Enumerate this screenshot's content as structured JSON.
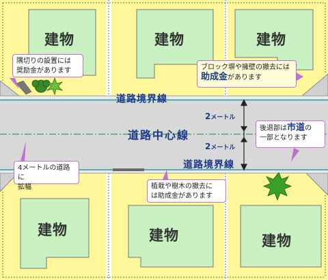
{
  "diagram": {
    "buildings": [
      "建物",
      "建物",
      "建物",
      "建物",
      "建物",
      "建物"
    ],
    "road_boundary_top": "道路境界線",
    "road_boundary_bottom": "道路境界線",
    "road_center": "道路中心線",
    "distance_top": {
      "num": "2",
      "unit": "メートル"
    },
    "distance_bottom": {
      "num": "2",
      "unit": "メートル"
    },
    "callouts": {
      "corner": {
        "line1": "隅切りの設置には",
        "line2": "奨励金があります"
      },
      "block": {
        "line1": "ブロック塀や擁壁の撤去には",
        "big": "助成金",
        "rest": "があります"
      },
      "setback": {
        "line1_pre": "後退部は",
        "line1_big": "市道",
        "line1_post": "の",
        "line2": "一部となります"
      },
      "widen": {
        "line1": "4メートルの道路に",
        "line2": "拡幅"
      },
      "planting": {
        "line1": "植栽や樹木の撤去に",
        "line2": "は助成金があります"
      }
    },
    "colors": {
      "lot": "#fff79a",
      "building": "#c8f0c0",
      "road": "#d8d8d8",
      "setback": "#eaeaea",
      "boundary": "#2a9a9a",
      "callout_border": "#c070d0",
      "text_blue": "#1a3a8a"
    }
  }
}
